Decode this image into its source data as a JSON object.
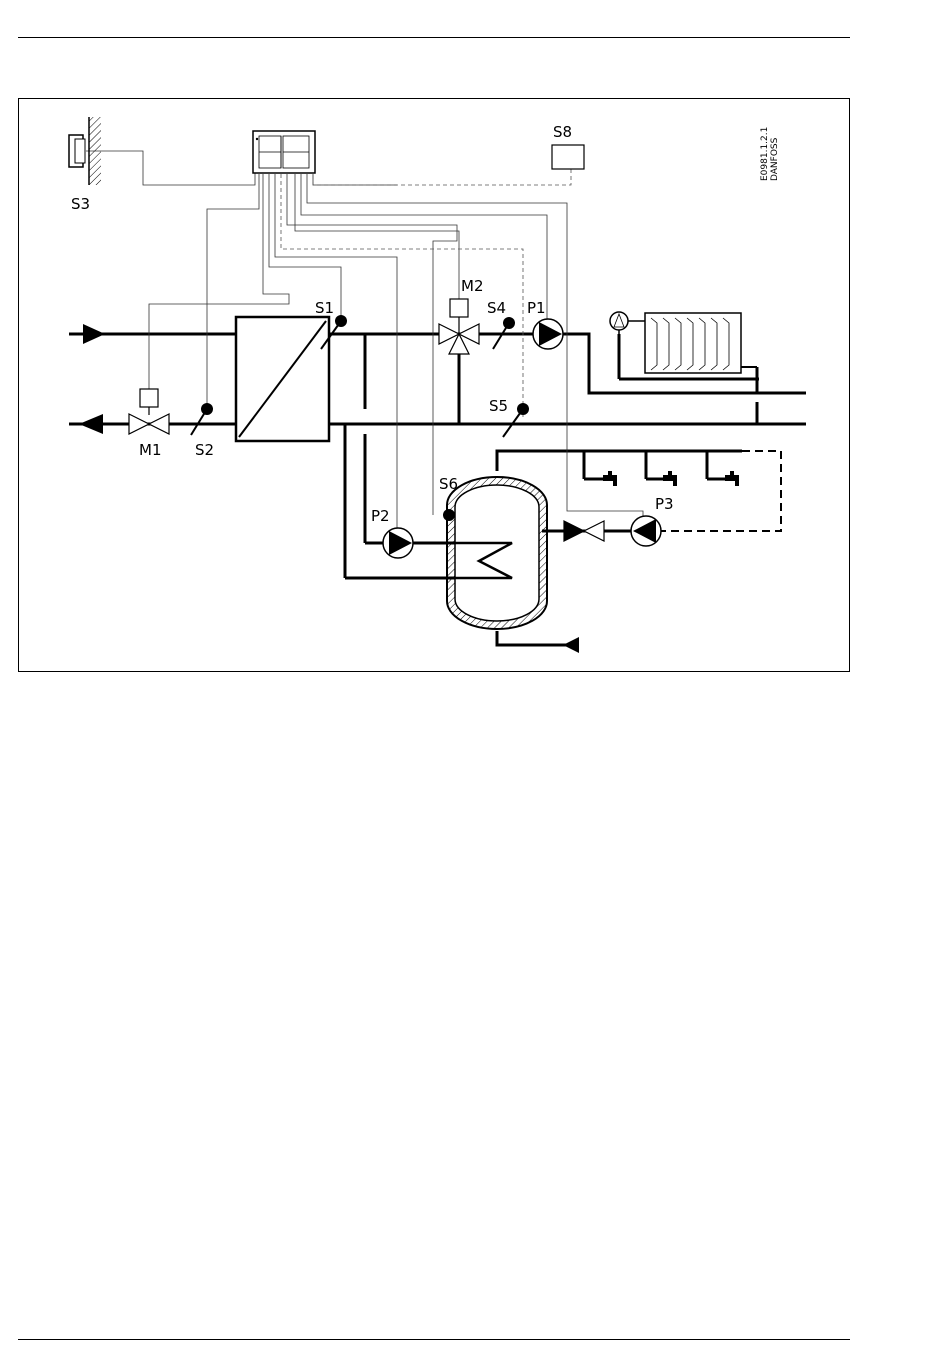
{
  "diagram": {
    "labels": {
      "s1": "S1",
      "s2": "S2",
      "s3": "S3",
      "s4": "S4",
      "s5": "S5",
      "s6": "S6",
      "s8": "S8",
      "m1": "M1",
      "m2": "M2",
      "p1": "P1",
      "p2": "P2",
      "p3": "P3"
    },
    "code_line1": "E0981.1.2.1",
    "code_line2": "DANFOSS"
  }
}
